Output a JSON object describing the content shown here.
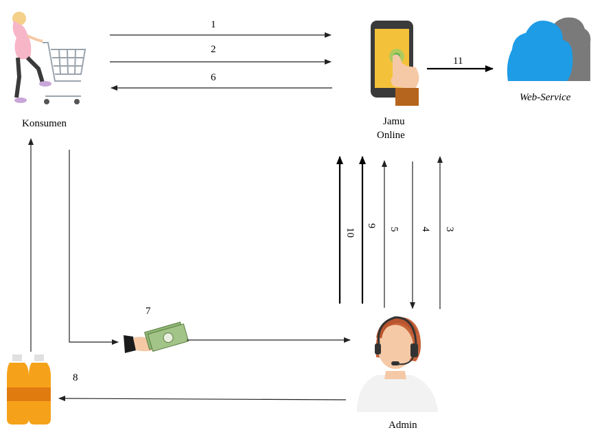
{
  "nodes": {
    "konsumen": "Konsumen",
    "jamu_online_line1": "Jamu",
    "jamu_online_line2": "Online",
    "web_service": "Web-Service",
    "admin": "Admin"
  },
  "steps": {
    "s1": "1",
    "s2": "2",
    "s3": "3",
    "s4": "4",
    "s5": "5",
    "s6": "6",
    "s7": "7",
    "s8": "8",
    "s9": "9",
    "s10": "10",
    "s11": "11"
  },
  "colors": {
    "cloud_blue": "#1e9ce6",
    "cloud_gray": "#7a7a7a",
    "phone_body": "#3a3a3a",
    "phone_screen": "#f4c23a",
    "skin": "#f5c9a6",
    "bottle_orange": "#f5a21a",
    "money_green": "#8fb573"
  }
}
